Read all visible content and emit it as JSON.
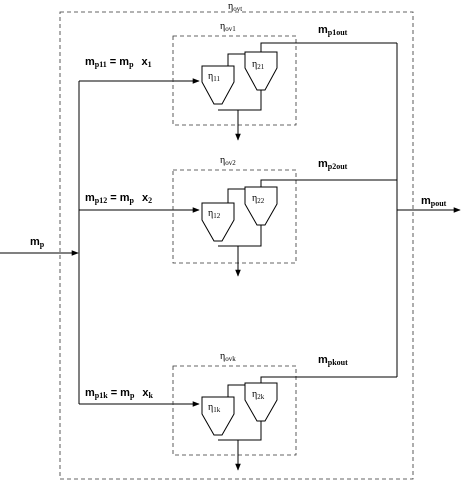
{
  "overall": {
    "eta": "η",
    "eta_sub": "ovt"
  },
  "input": {
    "label": "m",
    "sub": "p"
  },
  "output": {
    "label": "m",
    "sub": "pout"
  },
  "branches": [
    {
      "feed": {
        "m": "m",
        "m_sub": "p11",
        "eq": "= m",
        "eq_sub": "p",
        "x": "x",
        "x_sub": "1"
      },
      "eta_ov": {
        "eta": "η",
        "sub": "ov1"
      },
      "cyclone_a": {
        "eta": "η",
        "sub": "11"
      },
      "cyclone_b": {
        "eta": "η",
        "sub": "21"
      },
      "out": {
        "m": "m",
        "sub": "p1out"
      }
    },
    {
      "feed": {
        "m": "m",
        "m_sub": "p12",
        "eq": "= m",
        "eq_sub": "p",
        "x": "x",
        "x_sub": "2"
      },
      "eta_ov": {
        "eta": "η",
        "sub": "ov2"
      },
      "cyclone_a": {
        "eta": "η",
        "sub": "12"
      },
      "cyclone_b": {
        "eta": "η",
        "sub": "22"
      },
      "out": {
        "m": "m",
        "sub": "p2out"
      }
    },
    {
      "feed": {
        "m": "m",
        "m_sub": "p1k",
        "eq": "= m",
        "eq_sub": "p",
        "x": "x",
        "x_sub": "k"
      },
      "eta_ov": {
        "eta": "η",
        "sub": "ovk"
      },
      "cyclone_a": {
        "eta": "η",
        "sub": "1k"
      },
      "cyclone_b": {
        "eta": "η",
        "sub": "2k"
      },
      "out": {
        "m": "m",
        "sub": "pkout"
      }
    }
  ]
}
